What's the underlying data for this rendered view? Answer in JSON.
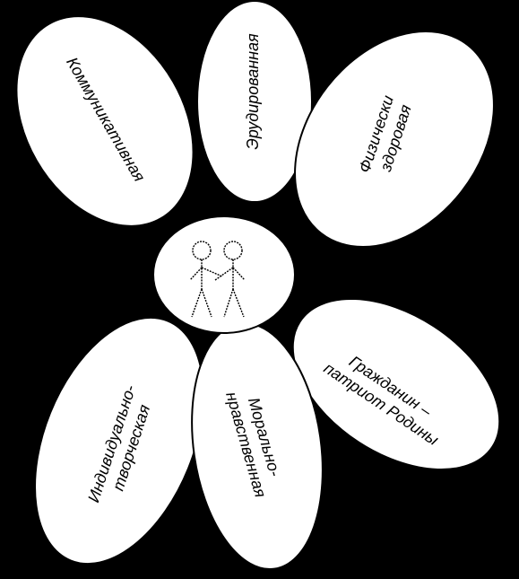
{
  "colors": {
    "background": "#000000",
    "petal_fill": "#ffffff",
    "text": "#000000"
  },
  "petals": [
    {
      "id": "communicative",
      "lines": [
        "Коммуникативная"
      ]
    },
    {
      "id": "erudite",
      "lines": [
        "Эрудированная"
      ]
    },
    {
      "id": "healthy",
      "lines": [
        "Физически",
        "здоровая"
      ]
    },
    {
      "id": "citizen",
      "lines": [
        "Гражданин –",
        "патриот Родины"
      ]
    },
    {
      "id": "moral",
      "lines": [
        "Морально-",
        "нравственная"
      ]
    },
    {
      "id": "creative",
      "lines": [
        "Индивидуально-",
        "творческая"
      ]
    }
  ],
  "center": {
    "icon": "two-people-icon"
  }
}
